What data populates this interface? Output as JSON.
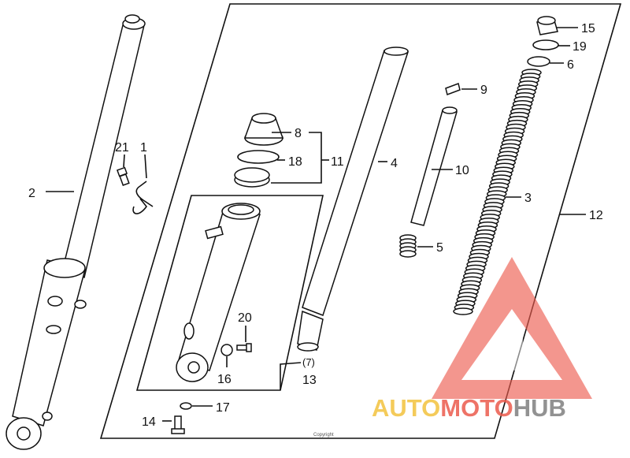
{
  "labels": {
    "l1": "1",
    "l2": "2",
    "l3": "3",
    "l4": "4",
    "l5": "5",
    "l6": "6",
    "l7": "(7)",
    "l8": "8",
    "l9": "9",
    "l10": "10",
    "l11": "11",
    "l12": "12",
    "l13": "13",
    "l14": "14",
    "l15": "15",
    "l16": "16",
    "l17": "17",
    "l18": "18",
    "l19": "19",
    "l20": "20",
    "l21": "21"
  },
  "copyright": "Copyright",
  "watermark": {
    "part1": "AUTO",
    "part2": "MOTO",
    "part3": "HUB"
  },
  "colors": {
    "ink": "#111111",
    "wm_yellow": "#f3c23e",
    "wm_red": "#ec5b4d",
    "wm_gray": "#7f7f7f"
  }
}
